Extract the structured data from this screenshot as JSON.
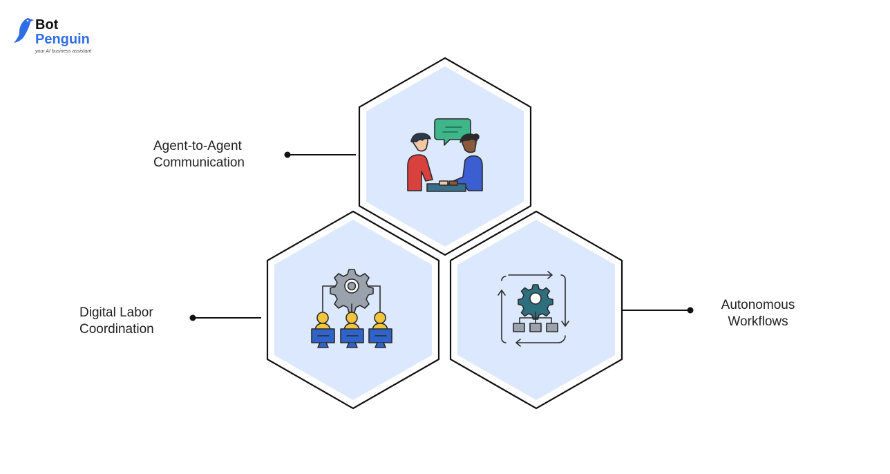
{
  "brand": {
    "name_line1": "Bot",
    "name_line2": "Penguin",
    "tagline": "your AI business assistant",
    "accent_color": "#2f6de6"
  },
  "colors": {
    "hexagon_fill": "#dce8fd",
    "hexagon_stroke": "#111111",
    "connector": "#111111"
  },
  "nodes": [
    {
      "id": "communication",
      "label_lines": [
        "Agent-to-Agent",
        "Communication"
      ],
      "icon": "two-people-talking-icon"
    },
    {
      "id": "coordination",
      "label_lines": [
        "Digital Labor",
        "Coordination"
      ],
      "icon": "gear-hierarchy-workers-icon"
    },
    {
      "id": "workflows",
      "label_lines": [
        "Autonomous",
        "Workflows"
      ],
      "icon": "gear-cycle-workflow-icon"
    }
  ]
}
